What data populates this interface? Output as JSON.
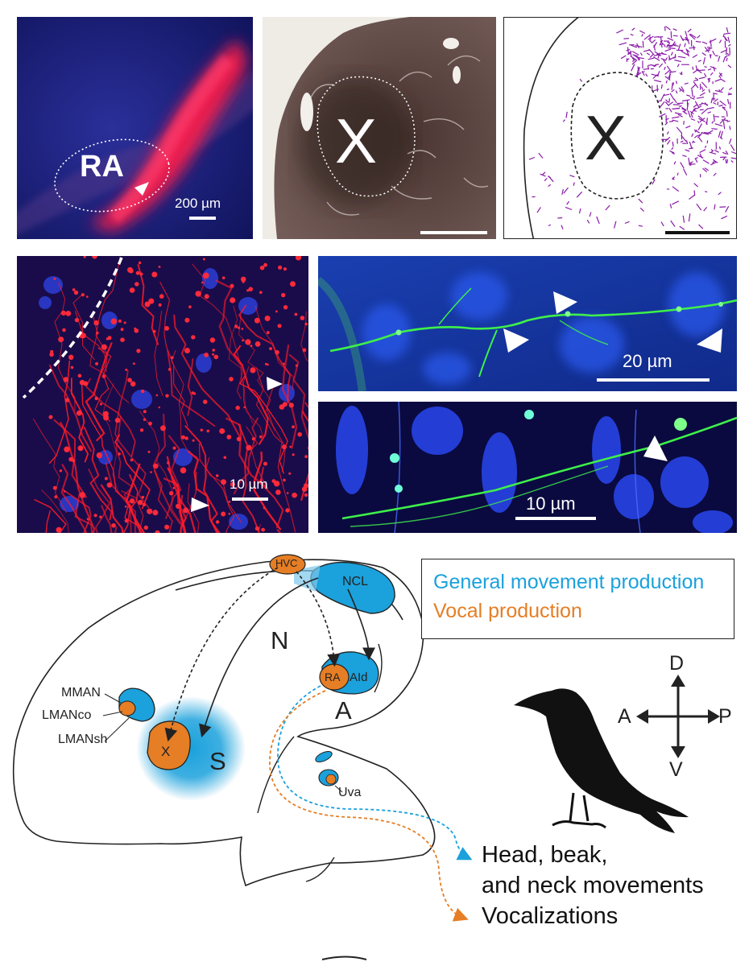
{
  "panels": {
    "ra": {
      "label": "RA",
      "scale_label": "200 µm"
    },
    "x_stain": {
      "label": "X"
    },
    "x_map": {
      "label": "X"
    },
    "red_fibers": {
      "scale_label": "10 µm"
    },
    "green_top": {
      "scale_label": "20 µm"
    },
    "green_bottom": {
      "scale_label": "10 µm"
    }
  },
  "legend": {
    "general": "General movement production",
    "vocal": "Vocal production"
  },
  "regions": {
    "hvc": "HVC",
    "ncl": "NCL",
    "n": "N",
    "a": "A",
    "ra": "RA",
    "aid": "AId",
    "mman": "MMAN",
    "lmanco": "LMANco",
    "lmansh": "LMANsh",
    "x": "X",
    "s": "S",
    "uva": "Uva"
  },
  "outputs": {
    "head_line1": "Head, beak,",
    "head_line2": "and neck movements",
    "vocalizations": "Vocalizations"
  },
  "compass": {
    "d": "D",
    "v": "V",
    "a": "A",
    "p": "P"
  },
  "colors": {
    "general": "#1ba1dc",
    "vocal": "#e57e25",
    "fluor_red": "#ff1a2a",
    "fluor_green": "#3ef04a",
    "dapi_blue": "#2a3fe0",
    "purple": "#8a1aa8"
  }
}
